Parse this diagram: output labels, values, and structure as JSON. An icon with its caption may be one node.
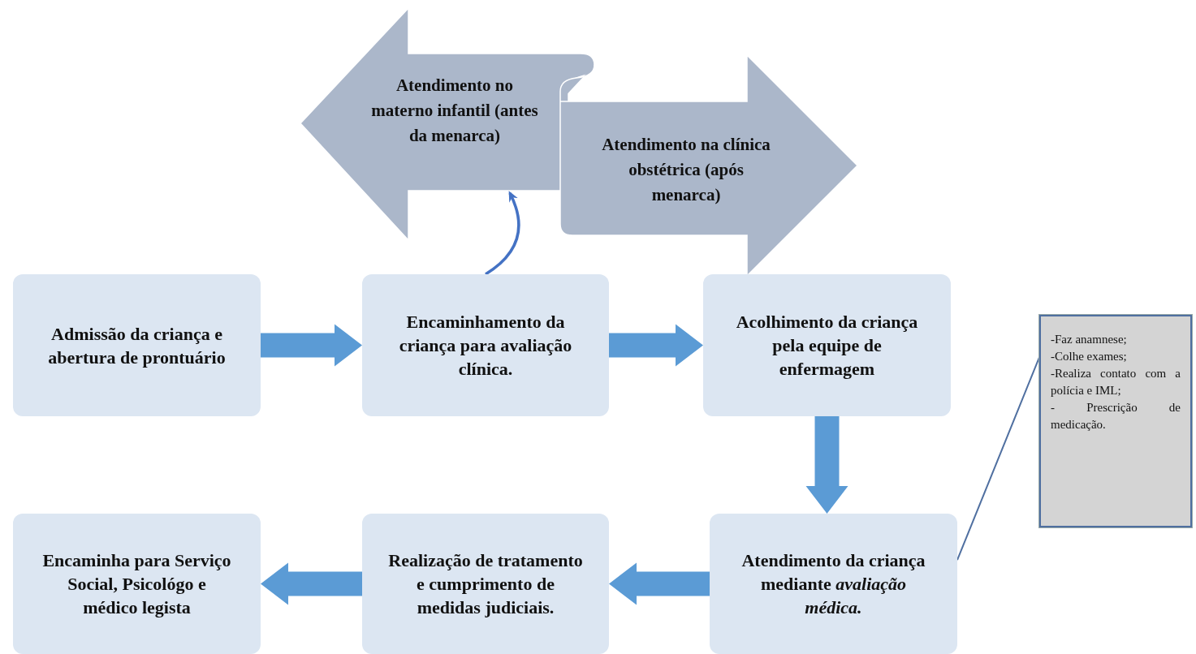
{
  "diagram": {
    "nodes": [
      {
        "text": [
          "Atendimento no materno infantil (antes da menarca)"
        ]
      },
      {
        "text": [
          "Atendimento na clínica obstétrica (após menarca)"
        ]
      },
      {
        "text": [
          "Admissão da criança e abertura de prontuário"
        ]
      },
      {
        "text": [
          "Encaminhamento da criança para avaliação clínica."
        ]
      },
      {
        "text": [
          "Acolhimento da criança pela equipe de enfermagem"
        ]
      },
      {
        "text": [
          "Atendimento da criança mediante *avaliação médica.*"
        ]
      },
      {
        "text": [
          "Realização de tratamento e cumprimento de medidas judiciais."
        ]
      },
      {
        "text": [
          "Encaminha para Serviço Social, Psicológo e médico legista"
        ]
      },
      {
        "text": [
          "-Faz anamnese;",
          "-Colhe exames;",
          "-Realiza contato com a polícia e IML;",
          "- Prescrição de medicação."
        ]
      }
    ],
    "edges": [
      {
        "from": 2,
        "to": 3,
        "arrow": "to"
      },
      {
        "from": 3,
        "to": 4,
        "arrow": "to"
      },
      {
        "from": 4,
        "to": 5,
        "arrow": "to"
      },
      {
        "from": 5,
        "to": 6,
        "arrow": "to"
      },
      {
        "from": 6,
        "to": 7,
        "arrow": "to"
      },
      {
        "from": 3,
        "to": 0,
        "arrow": "to",
        "color": "#4472c4"
      },
      {
        "from": 8,
        "to": 5,
        "arrow": "none",
        "color": "#4f6fa0"
      }
    ]
  }
}
